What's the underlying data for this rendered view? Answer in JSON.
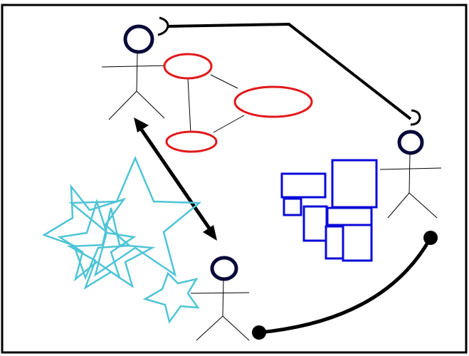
{
  "colors": {
    "background": "#ffffff",
    "frame": "#000000",
    "head": "#0a0a3a",
    "stroke": "#000000",
    "ellipses": "#e0191c",
    "connectors": "#000000",
    "rectangles": "#0a0ad8",
    "stars": "#4fc4d6"
  },
  "icons": {
    "actor": "stick-figure-icon",
    "star": "star-outline-icon",
    "socket": "socket-hook-icon"
  },
  "figures": [
    {
      "name": "actor-top-left",
      "role": "actor"
    },
    {
      "name": "actor-right",
      "role": "actor"
    },
    {
      "name": "actor-bottom-center",
      "role": "actor"
    }
  ],
  "groups": {
    "ellipse_cluster": {
      "count": 3
    },
    "rectangle_cluster": {
      "count": 8
    },
    "star_cluster": {
      "count": 5
    }
  }
}
